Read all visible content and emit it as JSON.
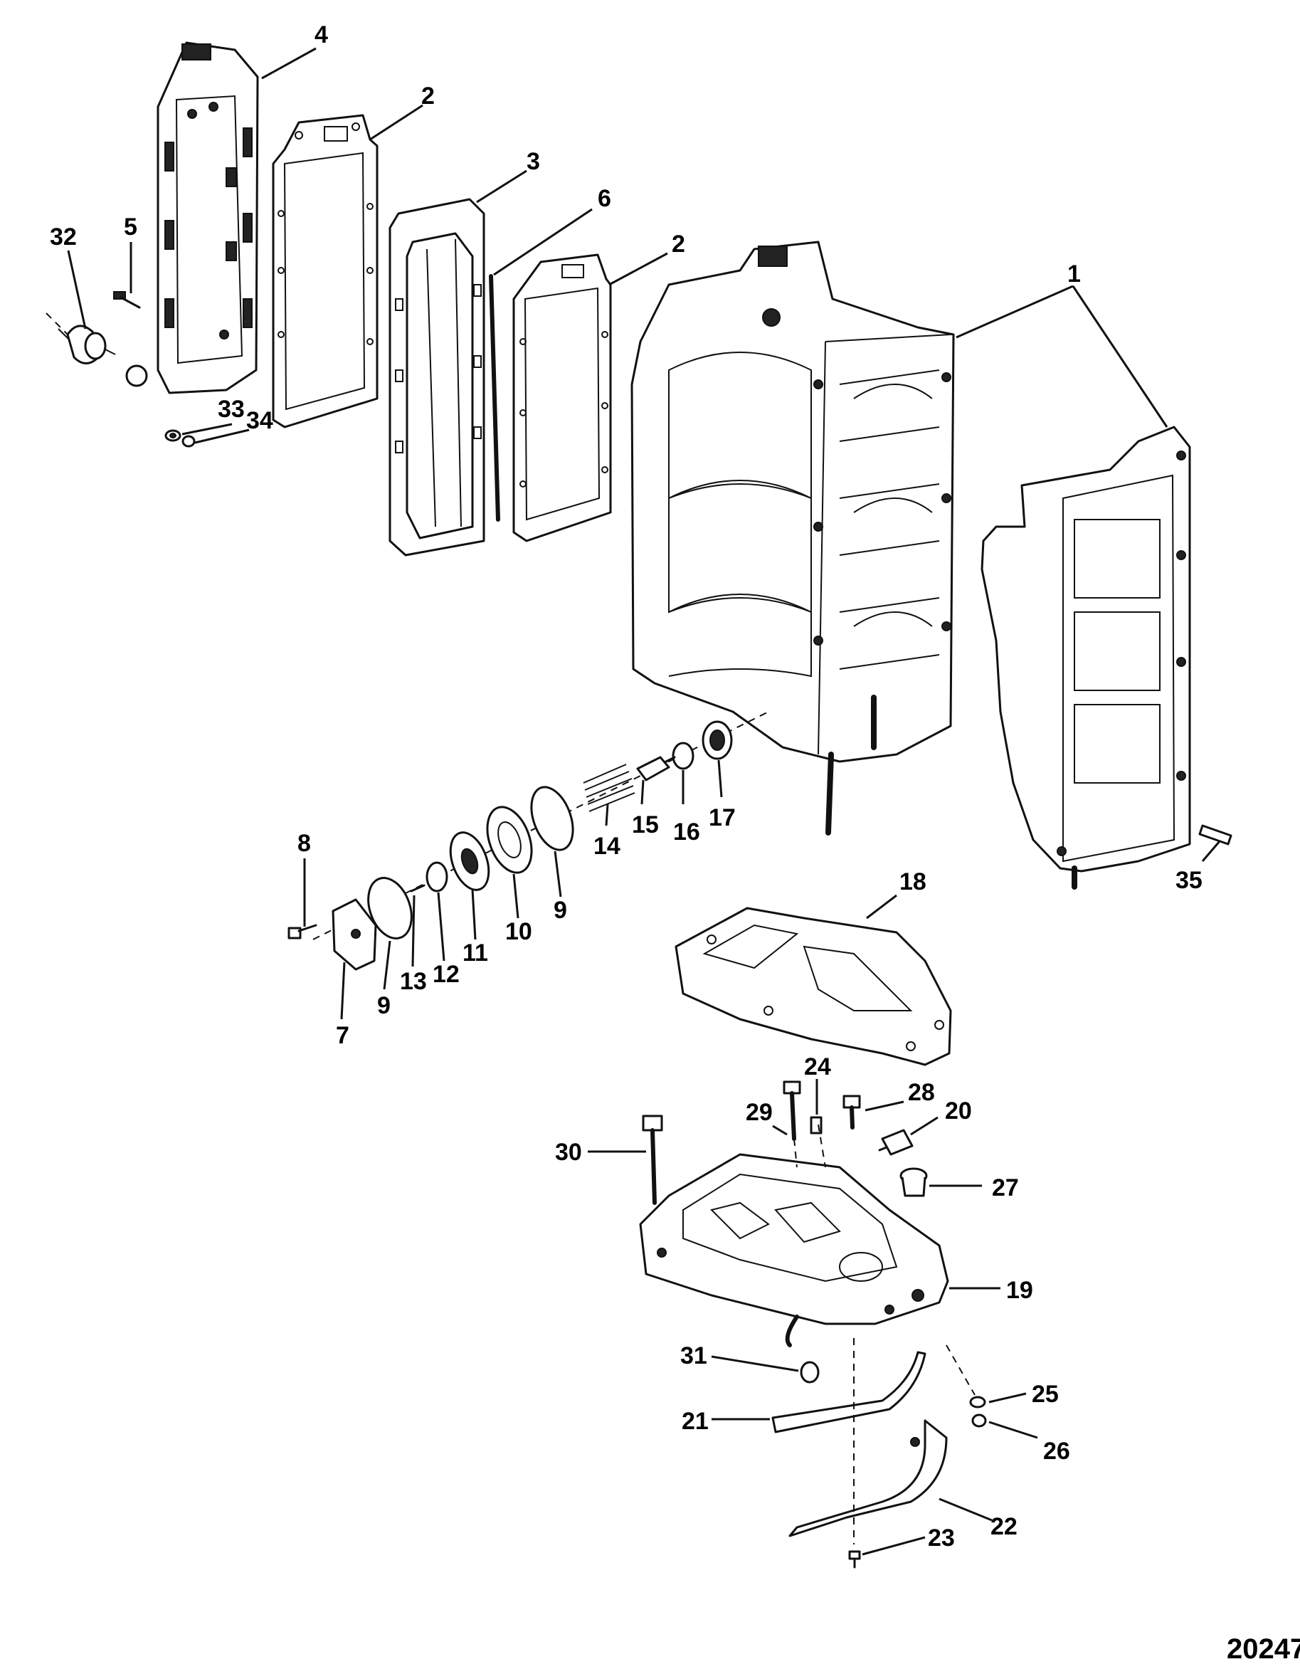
{
  "callouts": {
    "c1": "1",
    "c2a": "2",
    "c2b": "2",
    "c3": "3",
    "c4": "4",
    "c5": "5",
    "c6": "6",
    "c7": "7",
    "c8": "8",
    "c9a": "9",
    "c9b": "9",
    "c10": "10",
    "c11": "11",
    "c12": "12",
    "c13": "13",
    "c14": "14",
    "c15": "15",
    "c16": "16",
    "c17": "17",
    "c18": "18",
    "c19": "19",
    "c20": "20",
    "c21": "21",
    "c22": "22",
    "c23": "23",
    "c24": "24",
    "c25": "25",
    "c26": "26",
    "c27": "27",
    "c28": "28",
    "c29": "29",
    "c30": "30",
    "c31": "31",
    "c32": "32",
    "c33": "33",
    "c34": "34",
    "c35": "35"
  },
  "reference_number": "20247"
}
